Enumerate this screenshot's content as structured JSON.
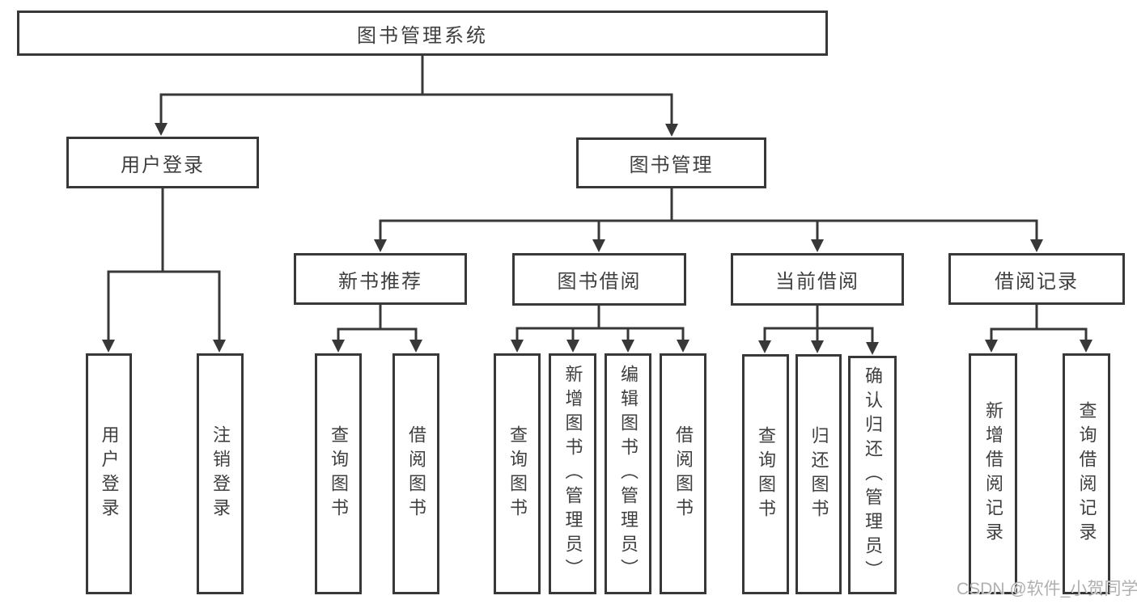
{
  "colors": {
    "line": "#383838",
    "text": "#3f3f3f",
    "watermark": "#b0b0b0",
    "background": "#ffffff"
  },
  "nodes": {
    "root": "图书管理系统",
    "user_login": "用户登录",
    "book_management": "图书管理",
    "new_book_recommend": "新书推荐",
    "book_borrowing": "图书借阅",
    "current_borrowing": "当前借阅",
    "borrowing_records": "借阅记录",
    "login_user_login": "用户登录",
    "login_logout": "注销登录",
    "recommend_query_books": "查询图书",
    "recommend_borrow_books": "借阅图书",
    "borrowing_query_books": "查询图书",
    "borrowing_add_books_admin": "新增图书（管理员）",
    "borrowing_edit_books_admin": "编辑图书（管理员）",
    "borrowing_borrow_books": "借阅图书",
    "current_query_books": "查询图书",
    "current_return_books": "归还图书",
    "current_confirm_return_admin": "确认归还（管理员）",
    "records_add_record": "新增借阅记录",
    "records_query_record": "查询借阅记录"
  },
  "watermark": "CSDN @软件_小贺同学"
}
